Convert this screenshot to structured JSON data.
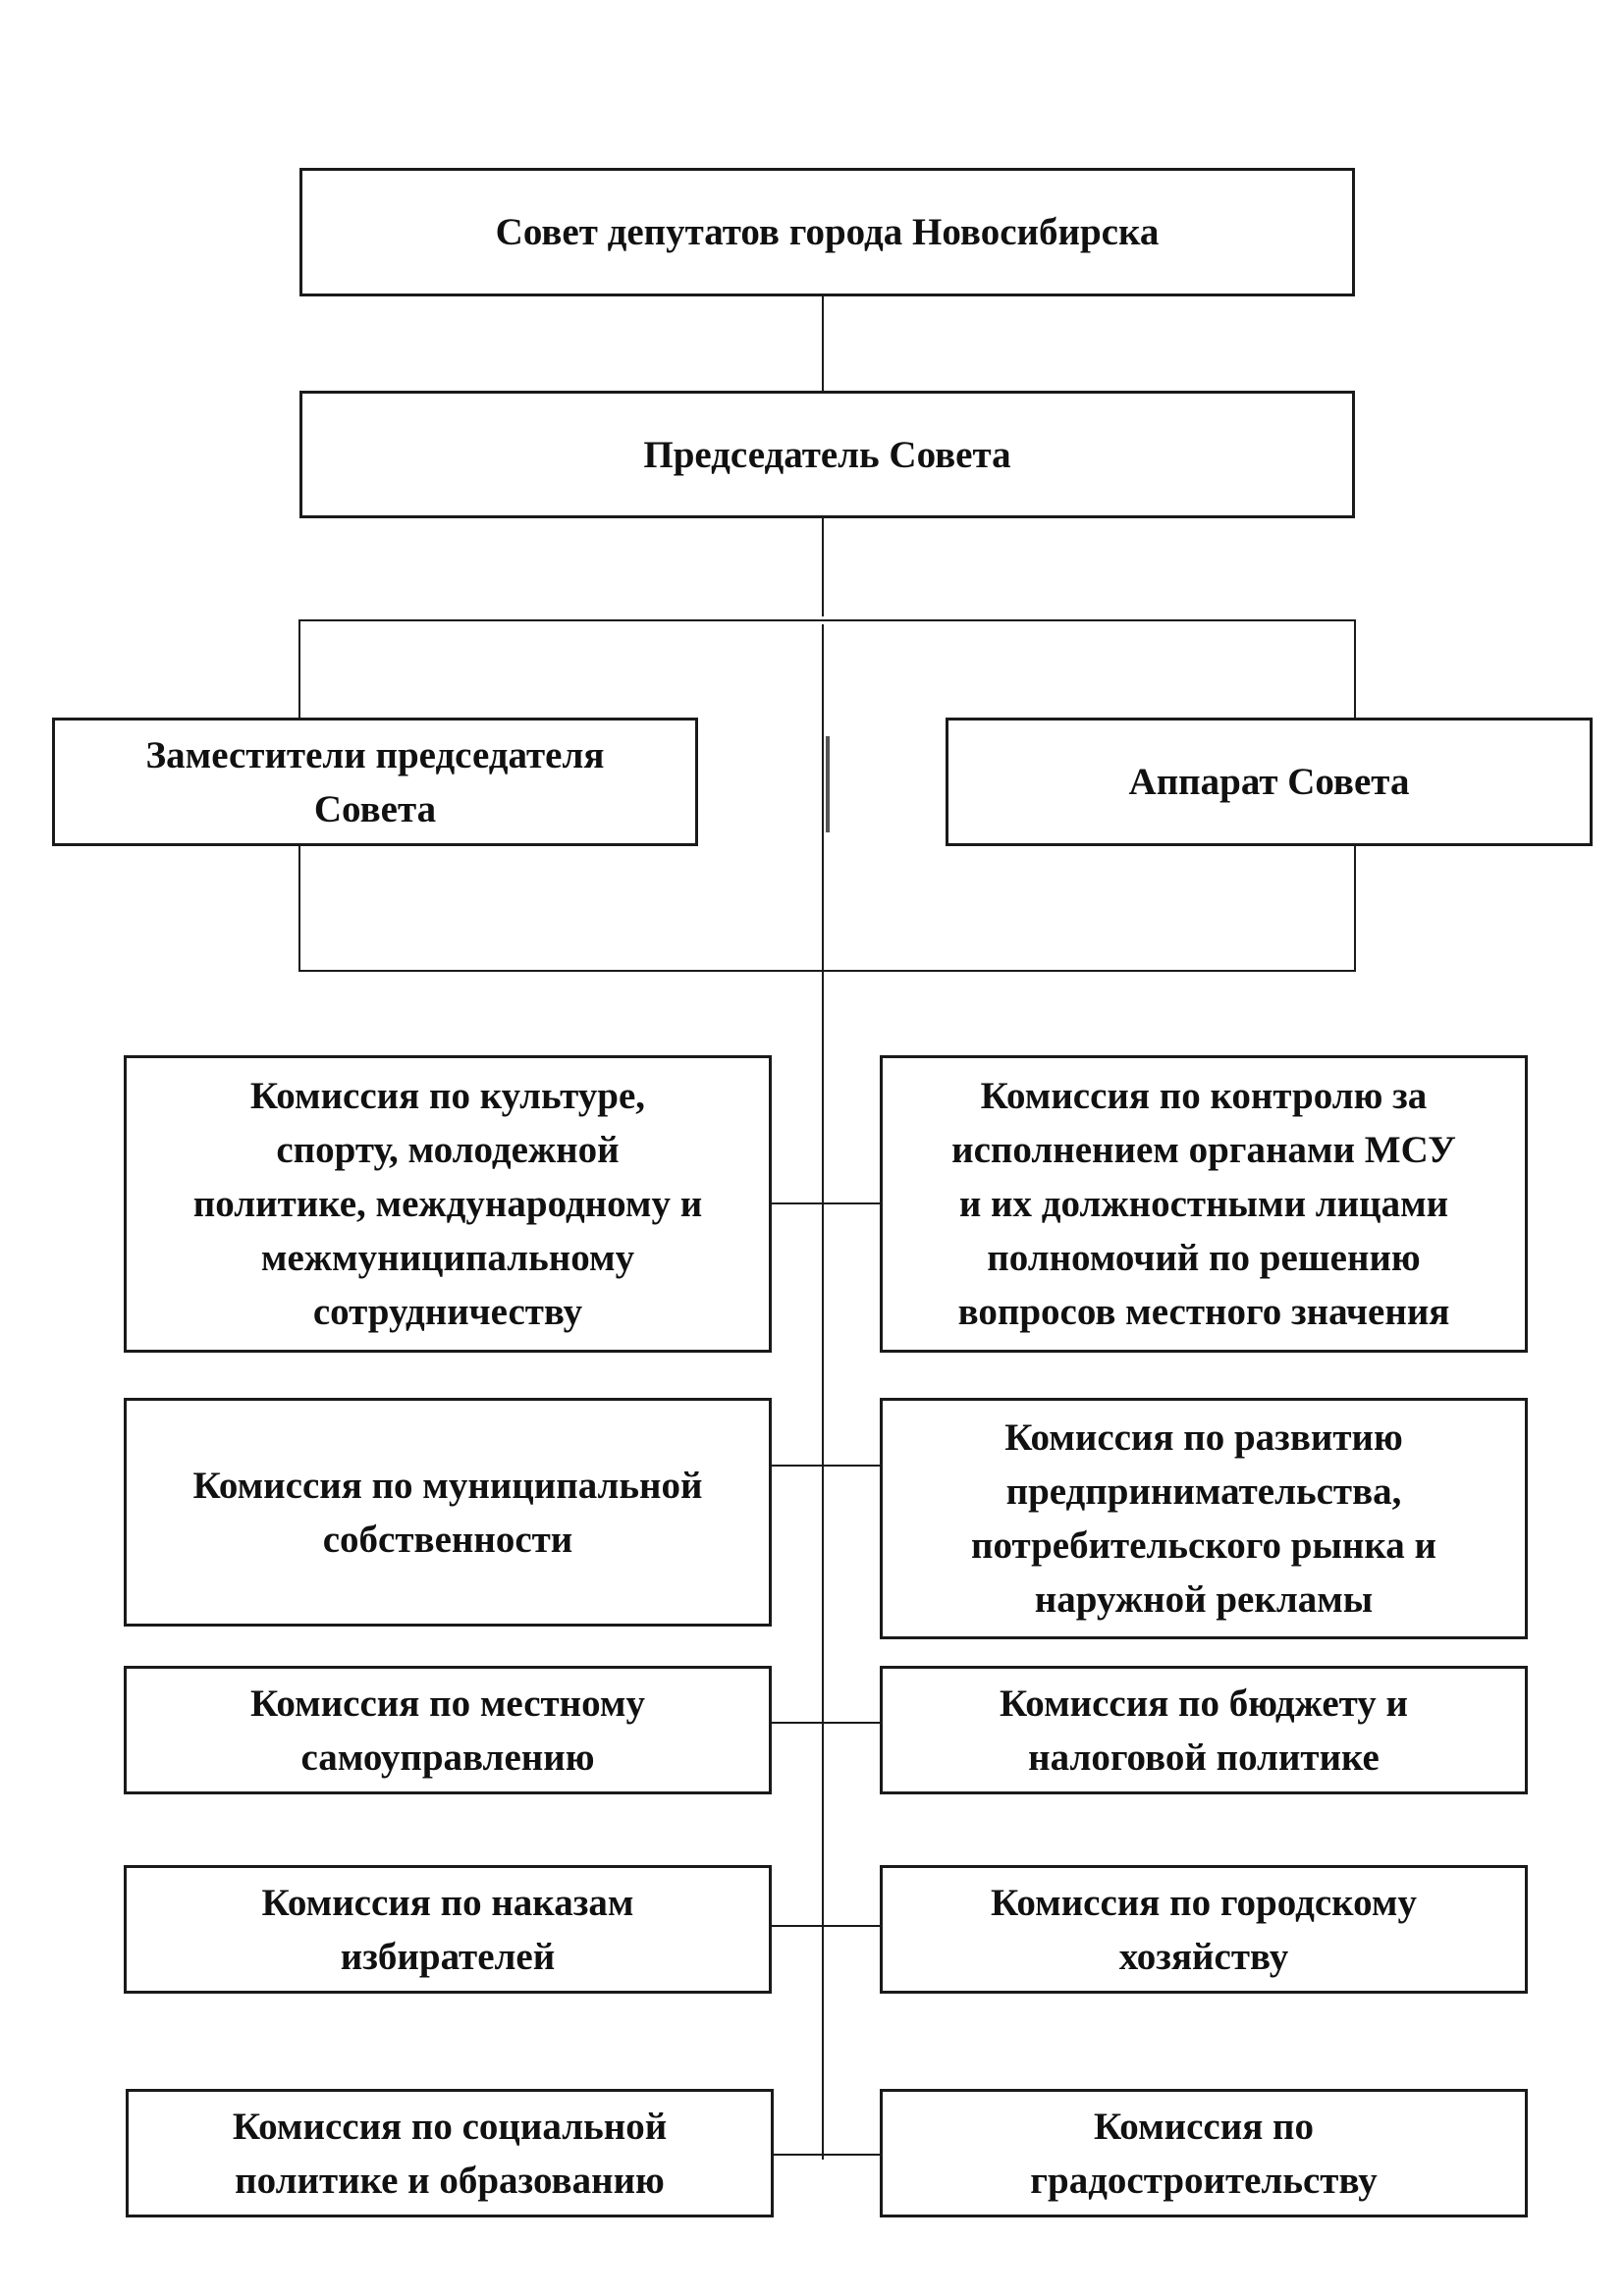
{
  "nodes": {
    "council": "Совет депутатов города Новосибирска",
    "chairman": "Председатель Совета",
    "deputies": "Заместители председателя\nСовета",
    "apparatus": "Аппарат Совета",
    "culture": "Комиссия по культуре,\nспорту, молодежной\nполитике, международному и\nмежмуниципальному\nсотрудничеству",
    "control": "Комиссия по контролю за\nисполнением органами МСУ\nи их должностными лицами\nполномочий по решению\nвопросов местного значения",
    "property": "Комиссия по муниципальной\nсобственности",
    "business": "Комиссия по развитию\nпредпринимательства,\nпотребительского рынка и\nнаружной рекламы",
    "selfgov": "Комиссия по местному\nсамоуправлению",
    "budget": "Комиссия по бюджету и\nналоговой политике",
    "mandates": "Комиссия по наказам\nизбирателей",
    "urban_economy": "Комиссия по городскому\nхозяйству",
    "social": "Комиссия по социальной\nполитике и образованию",
    "urban_planning": "Комиссия по\nградостроительству"
  },
  "colors": {
    "line": "#1a1a1a",
    "border": "#1a1a1a",
    "text": "#111111"
  }
}
